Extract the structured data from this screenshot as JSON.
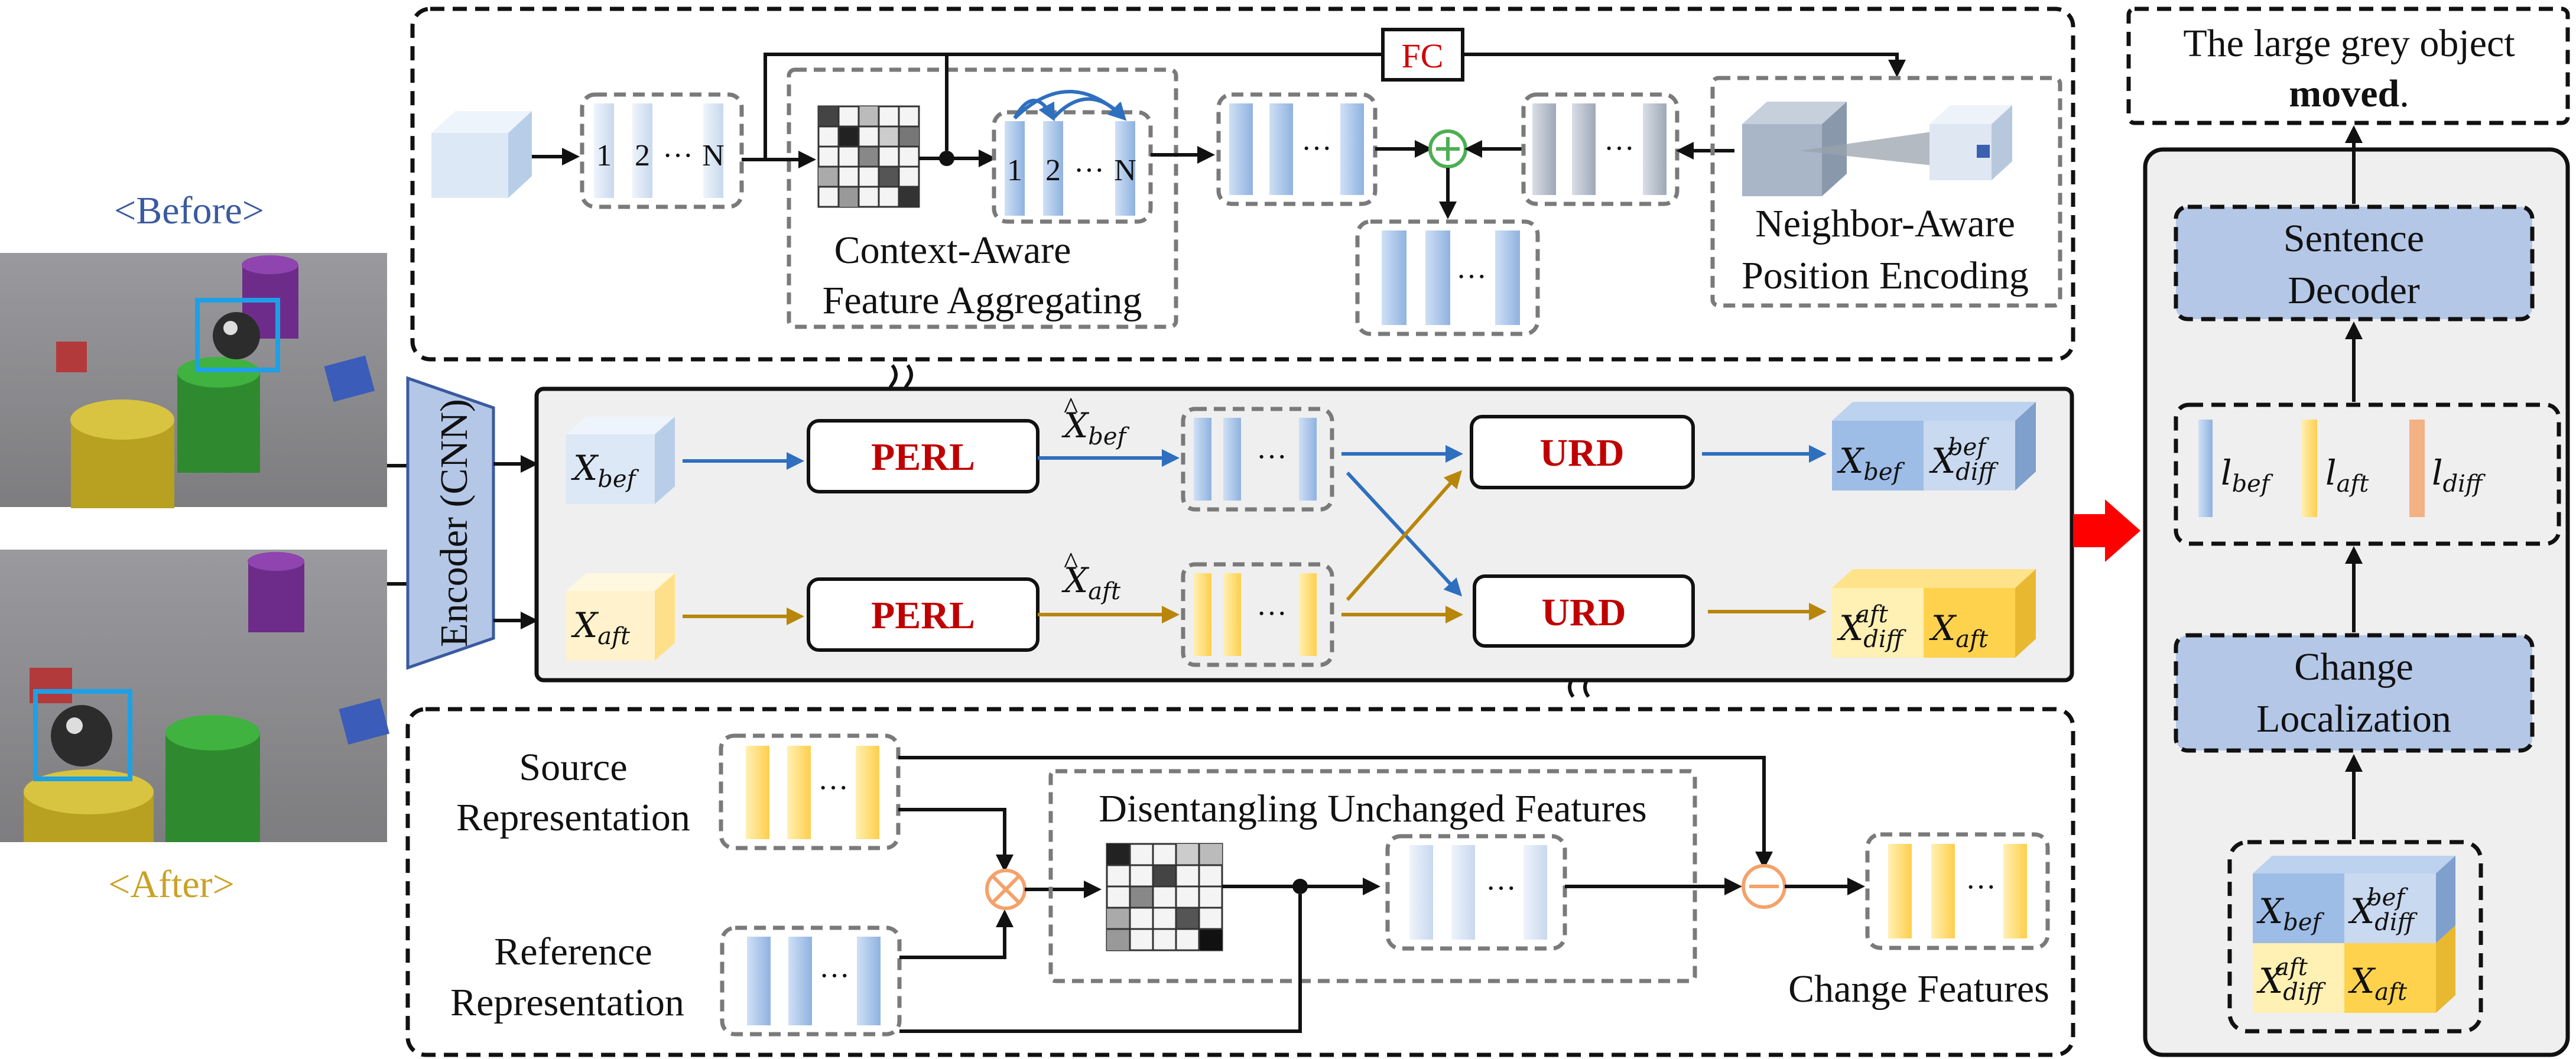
{
  "images": {
    "before_label": "<Before>",
    "after_label": "<After>"
  },
  "encoder": {
    "label": "Encoder (CNN)"
  },
  "top_module": {
    "fc_label": "FC",
    "seq_tokens": [
      "1",
      "2",
      "···",
      "N"
    ],
    "seq_tokens2": [
      "1",
      "2",
      "···",
      "N"
    ],
    "ellipsis": "···",
    "context_label_1": "Context-Aware",
    "context_label_2": "Feature Aggregating",
    "neighbor_label_1": "Neighbor-Aware",
    "neighbor_label_2": "Position Encoding"
  },
  "middle": {
    "perl_label": "PERL",
    "urd_label": "URD",
    "x": "X",
    "bef": "bef",
    "aft": "aft",
    "diff": "diff",
    "ellipsis": "···"
  },
  "bottom_module": {
    "source_1": "Source",
    "source_2": "Representation",
    "reference_1": "Reference",
    "reference_2": "Representation",
    "disentangle_label": "Disentangling Unchanged Features",
    "change_features": "Change Features",
    "ellipsis": "···"
  },
  "decoder": {
    "caption_1": "The large grey object",
    "caption_2_bold": "moved",
    "caption_2_end": ".",
    "sentence_1": "Sentence",
    "sentence_2": "Decoder",
    "change_1": "Change",
    "change_2": "Localization",
    "l": "l",
    "bef": "bef",
    "aft": "aft",
    "diff": "diff"
  },
  "colors": {
    "blue_text": "#3a5aa0",
    "gold_text": "#c9a227",
    "red_text": "#c00000",
    "blue_bar": "#9dbde6",
    "yellow_bar": "#ffd966",
    "orange_bar": "#f4b183",
    "module_fill": "#b4c7e7",
    "panel_fill": "#efefef"
  }
}
